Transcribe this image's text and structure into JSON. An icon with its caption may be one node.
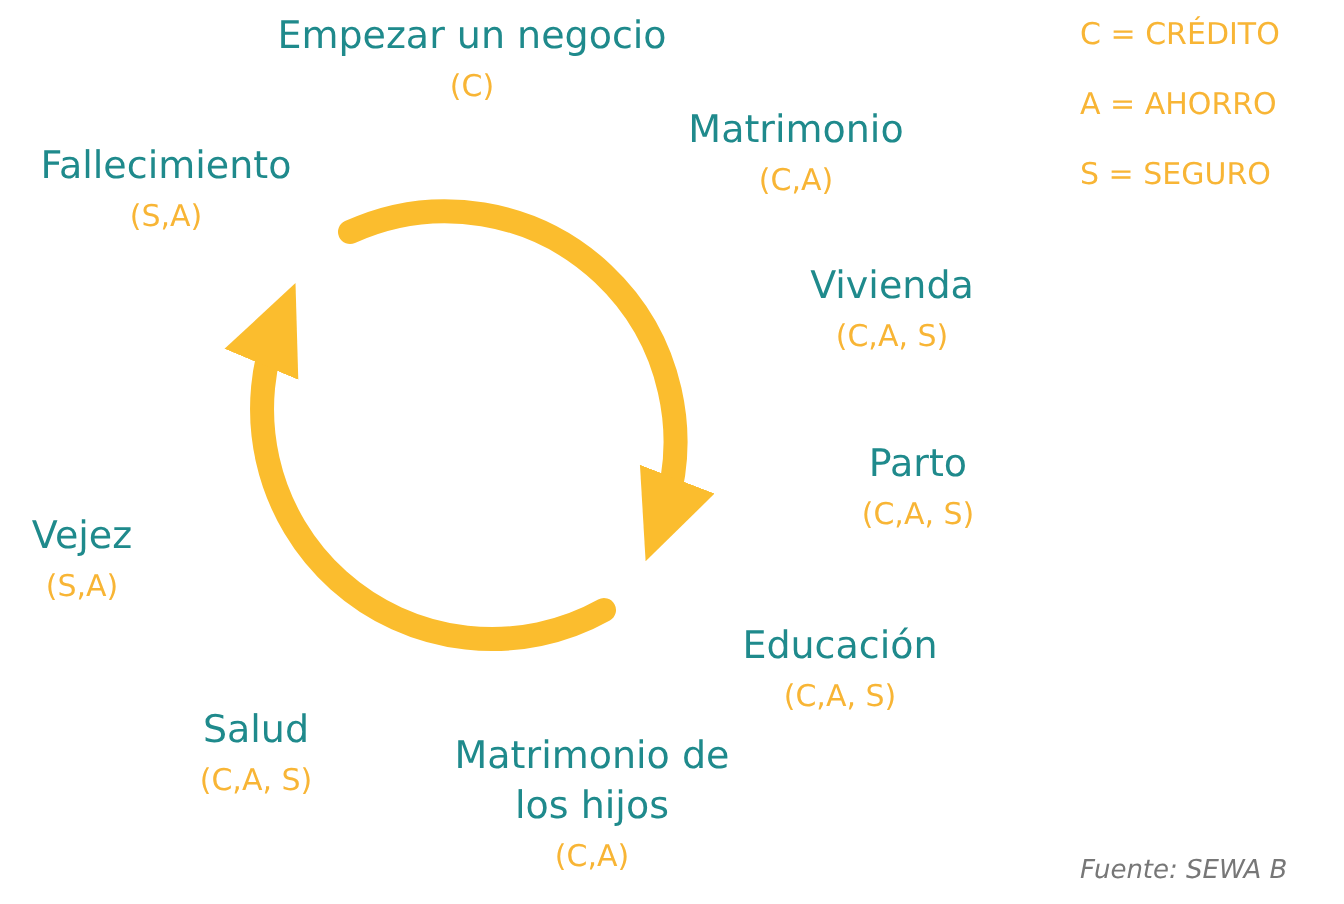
{
  "diagram": {
    "caption": "Fuente: SEWA B",
    "nodes": [
      {
        "text": [
          "Empezar un negocio",
          "(C)"
        ]
      },
      {
        "text": [
          "Matrimonio",
          "(C,A)"
        ]
      },
      {
        "text": [
          "Fallecimiento",
          "(S,A)"
        ]
      },
      {
        "text": [
          "Vivienda",
          "(C,A, S)"
        ]
      },
      {
        "text": [
          "Parto",
          "(C,A, S)"
        ]
      },
      {
        "text": [
          "Vejez",
          "(S,A)"
        ]
      },
      {
        "text": [
          "Educación",
          "(C,A, S)"
        ]
      },
      {
        "text": [
          "Salud",
          "(C,A, S)"
        ]
      },
      {
        "text": [
          "Matrimonio de los hijos",
          "(C,A)"
        ]
      }
    ],
    "labels": [
      "C = CRÉDITO",
      "A = AHORRO",
      "S = SEGURO"
    ]
  }
}
